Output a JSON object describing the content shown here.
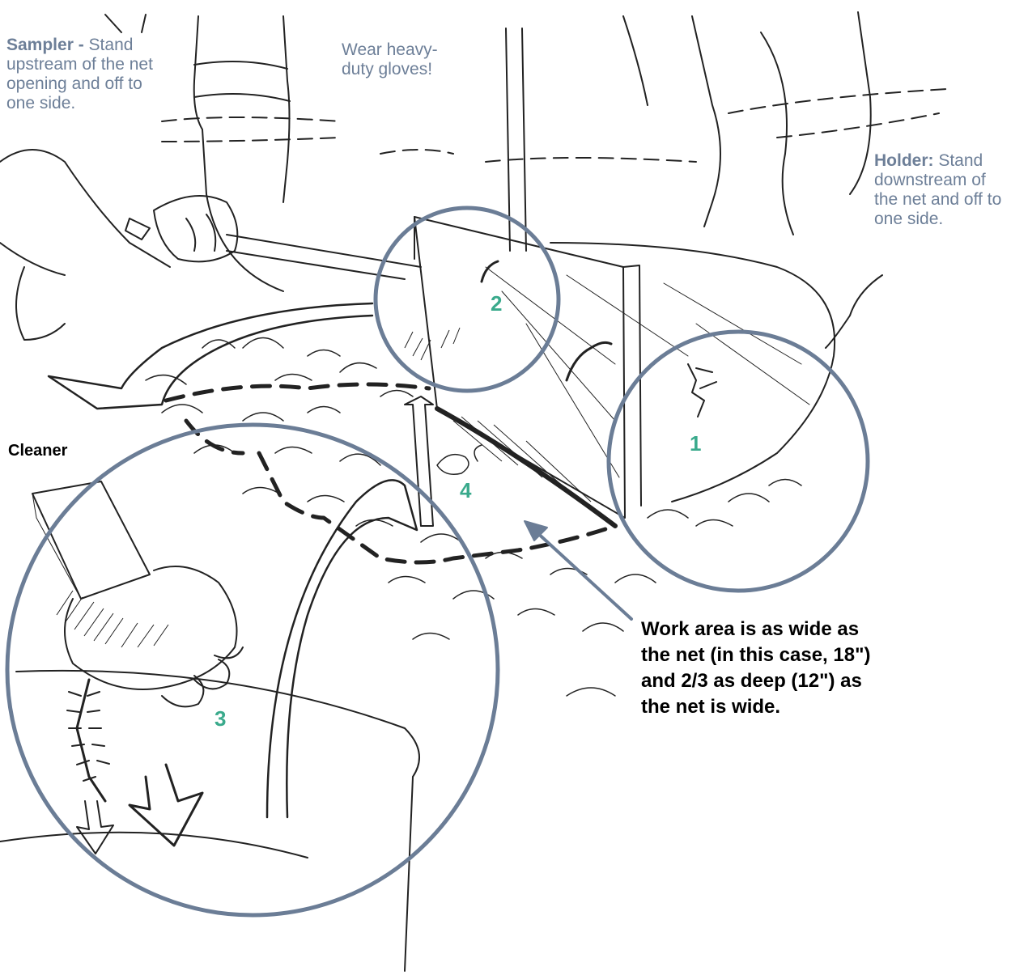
{
  "notes": {
    "sampler_title": "Sampler -",
    "sampler_text": "Stand upstream of the net opening and off to one side.",
    "gloves_text": "Wear heavy-duty gloves!",
    "holder_title": "Holder:",
    "holder_text": "Stand downstream of the net and off to one side.",
    "cleaner_label": "Cleaner",
    "work_area_text": "Work area is as wide as the net (in this case, 18\") and 2/3 as deep (12\") as the net is wide."
  },
  "steps": [
    {
      "label": "1"
    },
    {
      "label": "2"
    },
    {
      "label": "3"
    },
    {
      "label": "4"
    }
  ],
  "colors": {
    "circle": "#6b7d96",
    "note_text": "#6d7f98",
    "step_number": "#3aaa8c",
    "ink": "#222222"
  }
}
